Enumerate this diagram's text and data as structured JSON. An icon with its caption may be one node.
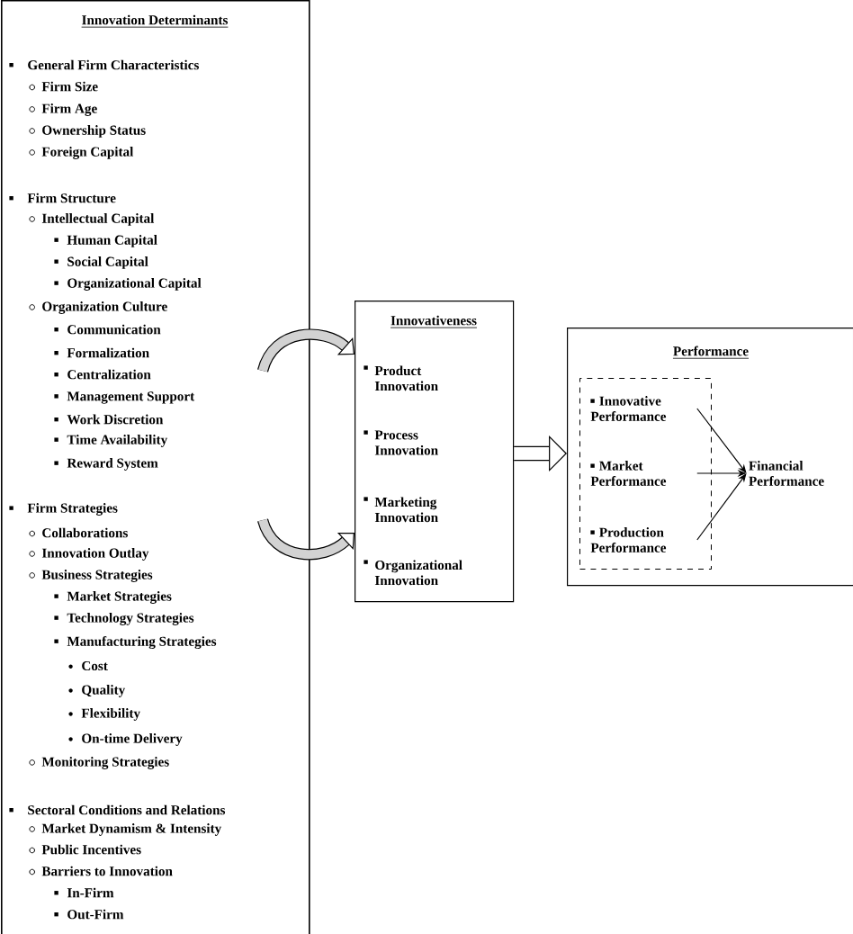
{
  "diagram": {
    "nodes": [
      {
        "text": [
          "Innovation Determinants",
          "General Firm Characteristics",
          "Firm Size",
          "Firm Age",
          "Ownership Status",
          "Foreign Capital",
          "Firm Structure",
          "Intellectual Capital",
          "Human Capital",
          "Social Capital",
          "Organizational Capital",
          "Organization Culture",
          "Communication",
          "Formalization",
          "Centralization",
          "Management Support",
          "Work Discretion",
          "Time Availability",
          "Reward System",
          "Firm Strategies",
          "Collaborations",
          "Innovation Outlay",
          "Business Strategies",
          "Market Strategies",
          "Technology Strategies",
          "Manufacturing Strategies",
          "Cost",
          "Quality",
          "Flexibility",
          "On-time Delivery",
          "Monitoring Strategies",
          "Sectoral Conditions and Relations",
          "Market Dynamism & Intensity",
          "Public Incentives",
          "Barriers to Innovation",
          "In-Firm",
          "Out-Firm"
        ]
      },
      {
        "text": [
          "Innovativeness",
          "Product Innovation",
          "Process Innovation",
          "Marketing Innovation",
          "Organizational Innovation"
        ]
      },
      {
        "text": [
          "Performance"
        ]
      },
      {
        "text": [],
        "shape": "box",
        "in": 2
      },
      {
        "text": [
          "Innovative Performance"
        ],
        "in": 3
      },
      {
        "text": [
          "Market Performance"
        ],
        "in": 3
      },
      {
        "text": [
          "Production Performance"
        ],
        "in": 3
      },
      {
        "text": [
          "Financial Performance"
        ],
        "in": 2
      }
    ],
    "edges": [
      {
        "from": 0,
        "to": 1,
        "arrow": "to",
        "style": "thick"
      },
      {
        "from": 0,
        "to": 1,
        "arrow": "to",
        "style": "thick"
      },
      {
        "from": 1,
        "to": 2,
        "arrow": "to",
        "style": "thick"
      },
      {
        "from": 4,
        "to": 7,
        "arrow": "to"
      },
      {
        "from": 5,
        "to": 7,
        "arrow": "to"
      },
      {
        "from": 6,
        "to": 7,
        "arrow": "to"
      }
    ]
  }
}
